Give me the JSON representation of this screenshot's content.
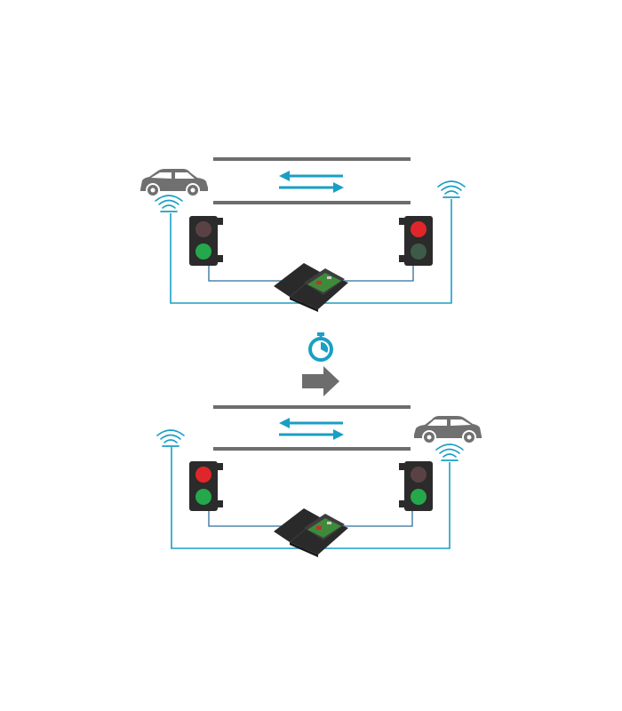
{
  "colors": {
    "road": "#6d6d6d",
    "cyan": "#1a9fc4",
    "wire": "#2d6e9c",
    "car": "#707070",
    "arrow": "#6d6d6d",
    "light_body": "#2b2b2b",
    "red_on": "#e0262b",
    "red_off": "#5a4244",
    "green_on": "#24a84b",
    "green_off": "#3e5a48",
    "box": "#2a2a2a",
    "board": "#3f8a3a"
  },
  "icons": {
    "car": "car-icon",
    "sensor": "wifi-sensor-icon",
    "timer": "stopwatch-icon",
    "sequence": "right-arrow-icon",
    "traffic_light": "traffic-light-icon",
    "control_box": "control-box-icon"
  },
  "scenes": [
    {
      "id": "top",
      "car_side": "left",
      "left_light": {
        "red": false,
        "green": true
      },
      "right_light": {
        "red": true,
        "green": false
      }
    },
    {
      "id": "bottom",
      "car_side": "right",
      "left_light": {
        "red": true,
        "green": true
      },
      "right_light": {
        "red": false,
        "green": true
      }
    }
  ]
}
